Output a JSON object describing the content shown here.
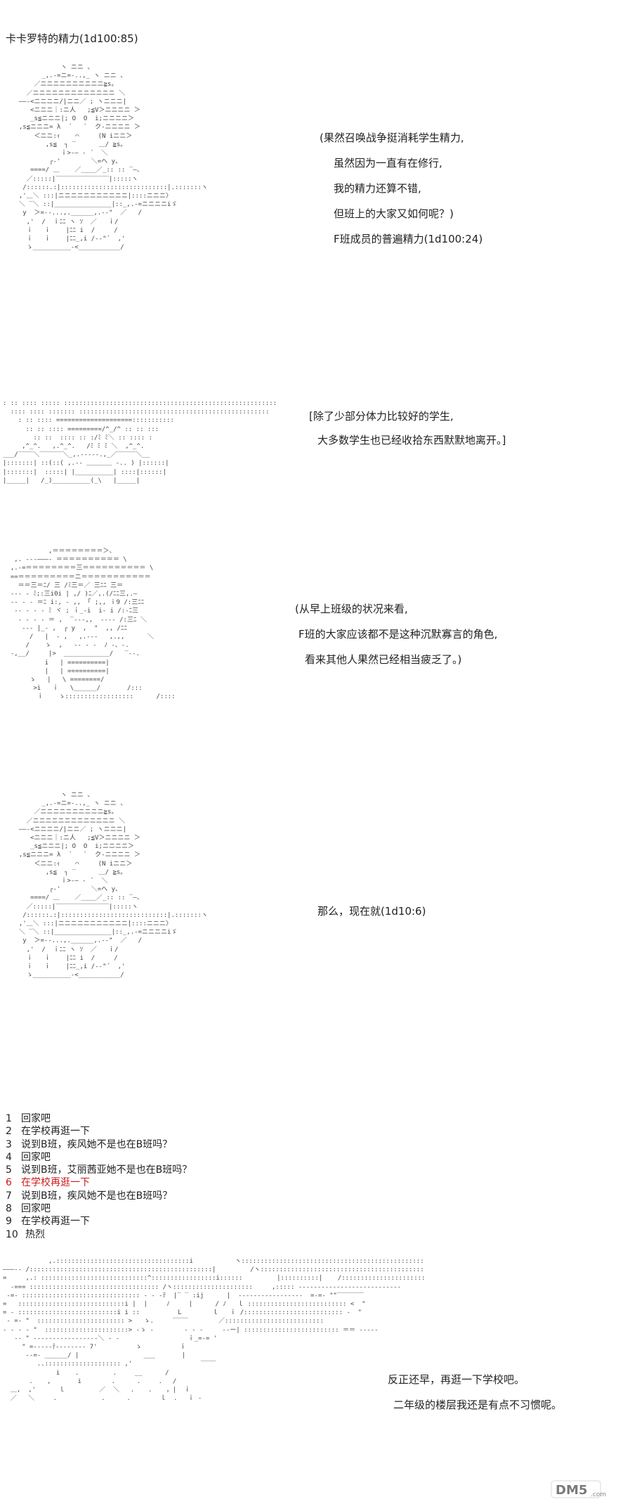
{
  "header": {
    "title": "卡卡罗特的精力(1d100:85)"
  },
  "art": {
    "a1": "             ヽ ニニ 、\n        _,.-=ニ=-..,_ ヽ ニニ 、\n      ／ニニニニニニニニニニ≧s。\n    ／ニニニニニニニニニニニニニ ＼\n  ——‐<ニニニニ/|ニニ／ ; ヽニニニ|\n     <ニニニ｜:ニ人   ;≦V＞ニニニニ ＞\n     _s≦ニニニ|; O  O  i;ニニニニ＞\n  ,s≦ニニニ= λ  ´   `  ク‐ニニニニ ＞\n      ＜ニニ:ｨ    ⌒     (N iニニ＞\n         ,s≦  ┐ ‾      ＿/ ≧s。\n             ｉ>‐― ‐ ´  ＼\n          ┌‐'        ＼=へ y、\n     ====/ ＿    ／____／_:: :: ‾―、\n    ／:::::|‾‾‾‾‾‾‾‾‾‾‾‾‾‾|:::::ヽ\n   /::::::.:|::::::::::::::::::::::::::::|.:::::::ヽ\n  ,'＿＼ :::|ニニニニニニニニニニニ|::::ニニニ〉\n  ＼ ‾＼ ::|_______________|::_,.-=ニニニニiゞ\n   y  ＞=‐-...,.______,.-‐\"  ／   /\n    ,'  /  ｉﾆﾆ ヽ ｿ  ／   ｉ/\n    ｉ   ｉ    |ﾆﾆ i  /     /\n    ｉ   ｉ    |ﾆﾆ_,i /‐‐\"´  ,'\n    ゝ__________‐<___________/",
    "a2": ": :: :::: ::::: :::::::::::::::::::::::::::::::::::::::::::::::::::::::::::::\n  :::: :::: ::::::: ::::::::::::::::::::::::::::::::::::::::::::::::::\n    : :: :::: ====================:::::::::::\n      :: :: :::: =========/^_/^ :: :: :::\n        :: ::  :::: :: :/ﾐ ﾐ＼ :: :::: :\n     ,^_^.   ,.^_^.   /ﾐ ﾐ ﾐ ＼  ,^_^.\n___/‾‾‾‾＼‾‾‾‾‾‾＼_,.-‐‐‐-.,_／‾‾‾‾‾＼__\n|:::::::| ::(::( ,.-‐ ＿＿＿＿ -.. ) |::::::|\n|:::::::|  :::::| |__________| ::::|::::::|\n|_____|   /_)__________(_\\   |_____|",
    "a3": "            ,＝＝＝＝＝＝＝＝＞、\n   ,. -‐‐―――‐ ＝＝＝＝＝＝＝＝＝＝ \\\n  ,.-=＝＝＝＝＝＝＝＝三＝＝＝＝＝＝＝＝＝＝ \\\n  ==＝＝＝＝＝＝＝＝＝ニ＝＝＝＝＝＝＝＝＝＝＝\n    ＝＝三＝ﾆ/ 三 /ﾐ三＝／ 三ﾆﾆ 三＝\n  ‐‐‐ - ﾐ;:三i0i | ,/ )ﾆ／,.(/ﾆﾆ三,.―\n  -‐ ‐ - ＝ﾆ i:, ‐ ,, 「 ;,, ｉ9 /:三ﾆﾆ\n   ‐- ‐ ‐ ‐ ﾐ ヾ ; ｉ_‐i  i‐ i /:‐ﾆ三\n    ‐ - ‐ - ＝ ,  ‾‐‐-,,  --‐‐ /:三ﾆ ＼\n     ‐‐‐ |_‐ ,  ┌ y  ,  \"  ,, /ﾆﾆ\n       /   |  ‐ ,   ,.-‐‐   ,.,,      ＼\n      /    ゝ  ,   ‐‐ ‐ ‐  ﾉ ‐、-.\n  -,__/     |>  ____________/   ‾‐-.\n           i   | ==========|\n           |   | ==========|\n       ゝ   |   \\ ========/\n        >i   ｉ   \\______/       /:::\n         ｉ    ゝ::::::::::::::::::      /::::",
    "a4": "             ヽ ニニ 、\n        _,.-=ニ=-..,_ ヽ ニニ 、\n      ／ニニニニニニニニニニ≧s。\n    ／ニニニニニニニニニニニニニ ＼\n  ——‐<ニニニニ/|ニニ／ ; ヽニニニ|\n     <ニニニ｜:ニ人   ;≦V＞ニニニニ ＞\n     _s≦ニニニ|; O  O  i;ニニニニ＞\n  ,s≦ニニニ= λ  ´   `  ク‐ニニニニ ＞\n      ＜ニニ:ｨ    ⌒     (N iニニ＞\n         ,s≦  ┐ ‾      ＿/ ≧s。\n             ｉ>‐― ‐ ´  ＼\n          ┌‐'        ＼=へ y、\n     ====/ ＿    ／____／_:: :: ‾―、\n    ／:::::|‾‾‾‾‾‾‾‾‾‾‾‾‾‾|:::::ヽ\n   /::::::.:|::::::::::::::::::::::::::::|.:::::::ヽ\n  ,'＿＼ :::|ニニニニニニニニニニニ|::::ニニニ〉\n  ＼ ‾＼ ::|_______________|::_,.-=ニニニニiゞ\n   y  ＞=‐-...,.______,.-‐\"  ／   /\n    ,'  /  ｉﾆﾆ ヽ ｿ  ／   ｉ/\n    ｉ   ｉ    |ﾆﾆ i  /     /\n    ｉ   ｉ    |ﾆﾆ_,i /‐‐\"´  ,'\n    ゝ__________‐<___________/",
    "a5": "            ,.:::::::::::::::::::::::::::::::::::i           ヽ:::::::::::::::::::::::::::::::::::::::::::::::::::::::::ヽ\n———‐‐ /::::::::::::::::::::::::::::::::::::::::::::::::|         /ヽ::::::::::::::::::::::::::::::::::::::::::::::::::::::::::::\n=     ,.: ::::::::::::::::::::::::::::^:::::::::::::::::i::::::         |::::::::::|    /:::::::::::::::::::::::::::::::::::::::::\n  ‐=== :::::::::::::::::::::::::::::::::: /ヽ:::::::::::::::::::::     ,::::: ‐‐‐‐‐‐‐‐‐‐‐‐‐‐‐‐‐‐‐‐‐‐‐‐‐‐‐\n ‐=‐ ::::::::::::::::::::::::::::::: ‐ ‐ ‐ﾃ  |‾ ‾ :ij      |  ‐‐‐‐‐‐‐‐‐‐‐‐‐‐‐‐‐  =‐=‐ \"\"‾‾‾‾‾‾‾\n=   ::::::::::::::::::::::::::::i |  |     ﾉ     |      / ﾉ   ｌ :::::::::::::::::::::::::: <  \"\n= ‐ ::::::::::::::::::::::::::i i ::          L        ｌ   ｉ /:::::::::::::::::::::::::: ‐  \"\n ‐ =‐ \"  ::::::::::::::::::::::: >   ゝ.     ‾‾‾‾        ／::::::::::::::::::::::::::\n‐ ‐ ‐ ‐ \"  ::::::::::::::::::::::> ‐ゝ ‐        ‐ ‐ ‐     ‐‐ー| ::::::::::::::::::::::::: ＝＝ ‐‐‐‐‐\n   ‐‐ \" ‐‐‐‐‐‐‐‐‐‐‐‐‐‐‐‐‐＼ ‐ ‐                  ｉ_=‐= '\n     \" =‐‐‐‐‐ﾃ‐‐‐‐‐‐‐‐ 7'          ゝ          ｉ\n      ‐‐=‐ ______/ |                 ___       |\n         ..:::::::::::::::::::: ,'                  ‾‾‾‾\n              i    .         ．    __      /\n       ．   ,       i        ．     ．    ．  /\n  ＿,  ,'      ｌ         ／  ＼   ．   ．   ，|  ｉ\n  ／   ＼     ．           ．     ．       ｌ  ．  ｉ ‐"
  },
  "dialogs": {
    "d1": [
      "(果然召唤战争挺消耗学生精力,",
      "虽然因为一直有在修行,",
      "我的精力还算不错,",
      "但班上的大家又如何呢？)",
      "F班成员的普遍精力(1d100:24)"
    ],
    "d2": [
      "[除了少部分体力比较好的学生,",
      "大多数学生也已经收拾东西默默地离开。]"
    ],
    "d3": [
      "(从早上班级的状况来看,",
      "F班的大家应该都不是这种沉默寡言的角色,",
      "看来其他人果然已经相当疲乏了。)"
    ],
    "d4": [
      "那么，现在就(1d10:6)"
    ],
    "d5": [
      "反正还早，再逛一下学校吧。",
      "二年级的楼层我还是有点不习惯呢。"
    ]
  },
  "choices": [
    {
      "num": "1",
      "label": "回家吧"
    },
    {
      "num": "2",
      "label": "在学校再逛一下"
    },
    {
      "num": "3",
      "label": "说到B班，疾风她不是也在B班吗？"
    },
    {
      "num": "4",
      "label": "回家吧"
    },
    {
      "num": "5",
      "label": "说到B班，艾丽茜亚她不是也在B班吗？"
    },
    {
      "num": "6",
      "label": "在学校再逛一下"
    },
    {
      "num": "7",
      "label": "说到B班，疾风她不是也在B班吗？"
    },
    {
      "num": "8",
      "label": "回家吧"
    },
    {
      "num": "9",
      "label": "在学校再逛一下"
    },
    {
      "num": "10",
      "label": "热烈"
    }
  ],
  "highlight_color": "#cc1a1a",
  "logo": {
    "text": "DM5",
    "suffix": ".com",
    "icon": "dm5-logo-icon"
  }
}
